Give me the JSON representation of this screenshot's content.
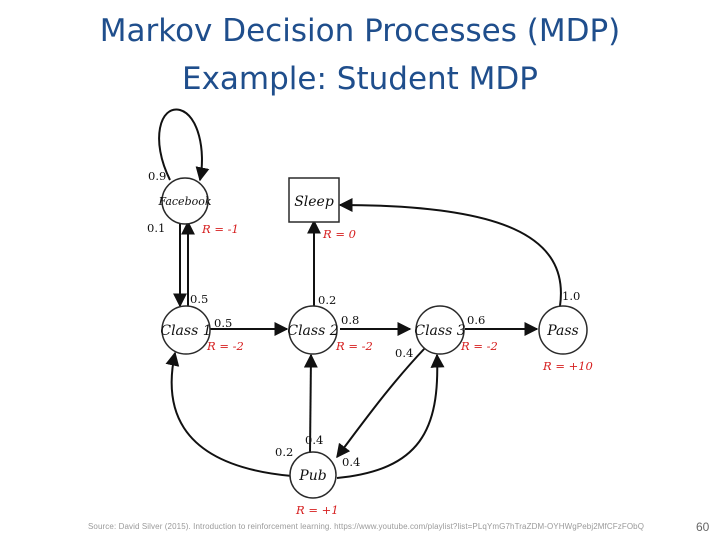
{
  "title_line1": "Markov Decision Processes (MDP)",
  "title_line2": "Example: Student MDP",
  "nodes": {
    "facebook": "Facebook",
    "sleep": "Sleep",
    "class1": "Class 1",
    "class2": "Class 2",
    "class3": "Class 3",
    "pass": "Pass",
    "pub": "Pub"
  },
  "probs": {
    "fb_self": "0.9",
    "fb_to_c1": "0.1",
    "c1_to_fb": "0.5",
    "c1_to_c2": "0.5",
    "c2_to_sleep": "0.2",
    "c2_to_c3": "0.8",
    "c3_to_pass": "0.6",
    "c3_to_pub": "0.4",
    "pass_to_sleep": "1.0",
    "pub_to_c1": "0.2",
    "pub_to_c2": "0.4",
    "pub_to_c3": "0.4"
  },
  "rewards": {
    "facebook": "R = -1",
    "sleep": "R = 0",
    "class1": "R = -2",
    "class2": "R = -2",
    "class3": "R = -2",
    "pass": "R = +10",
    "pub": "R = +1"
  },
  "source": "Source: David Silver (2015). Introduction to reinforcement learning. https://www.youtube.com/playlist?list=PLqYmG7hTraZDM-OYHWgPebj2MfCFzFObQ",
  "page_number": "60"
}
